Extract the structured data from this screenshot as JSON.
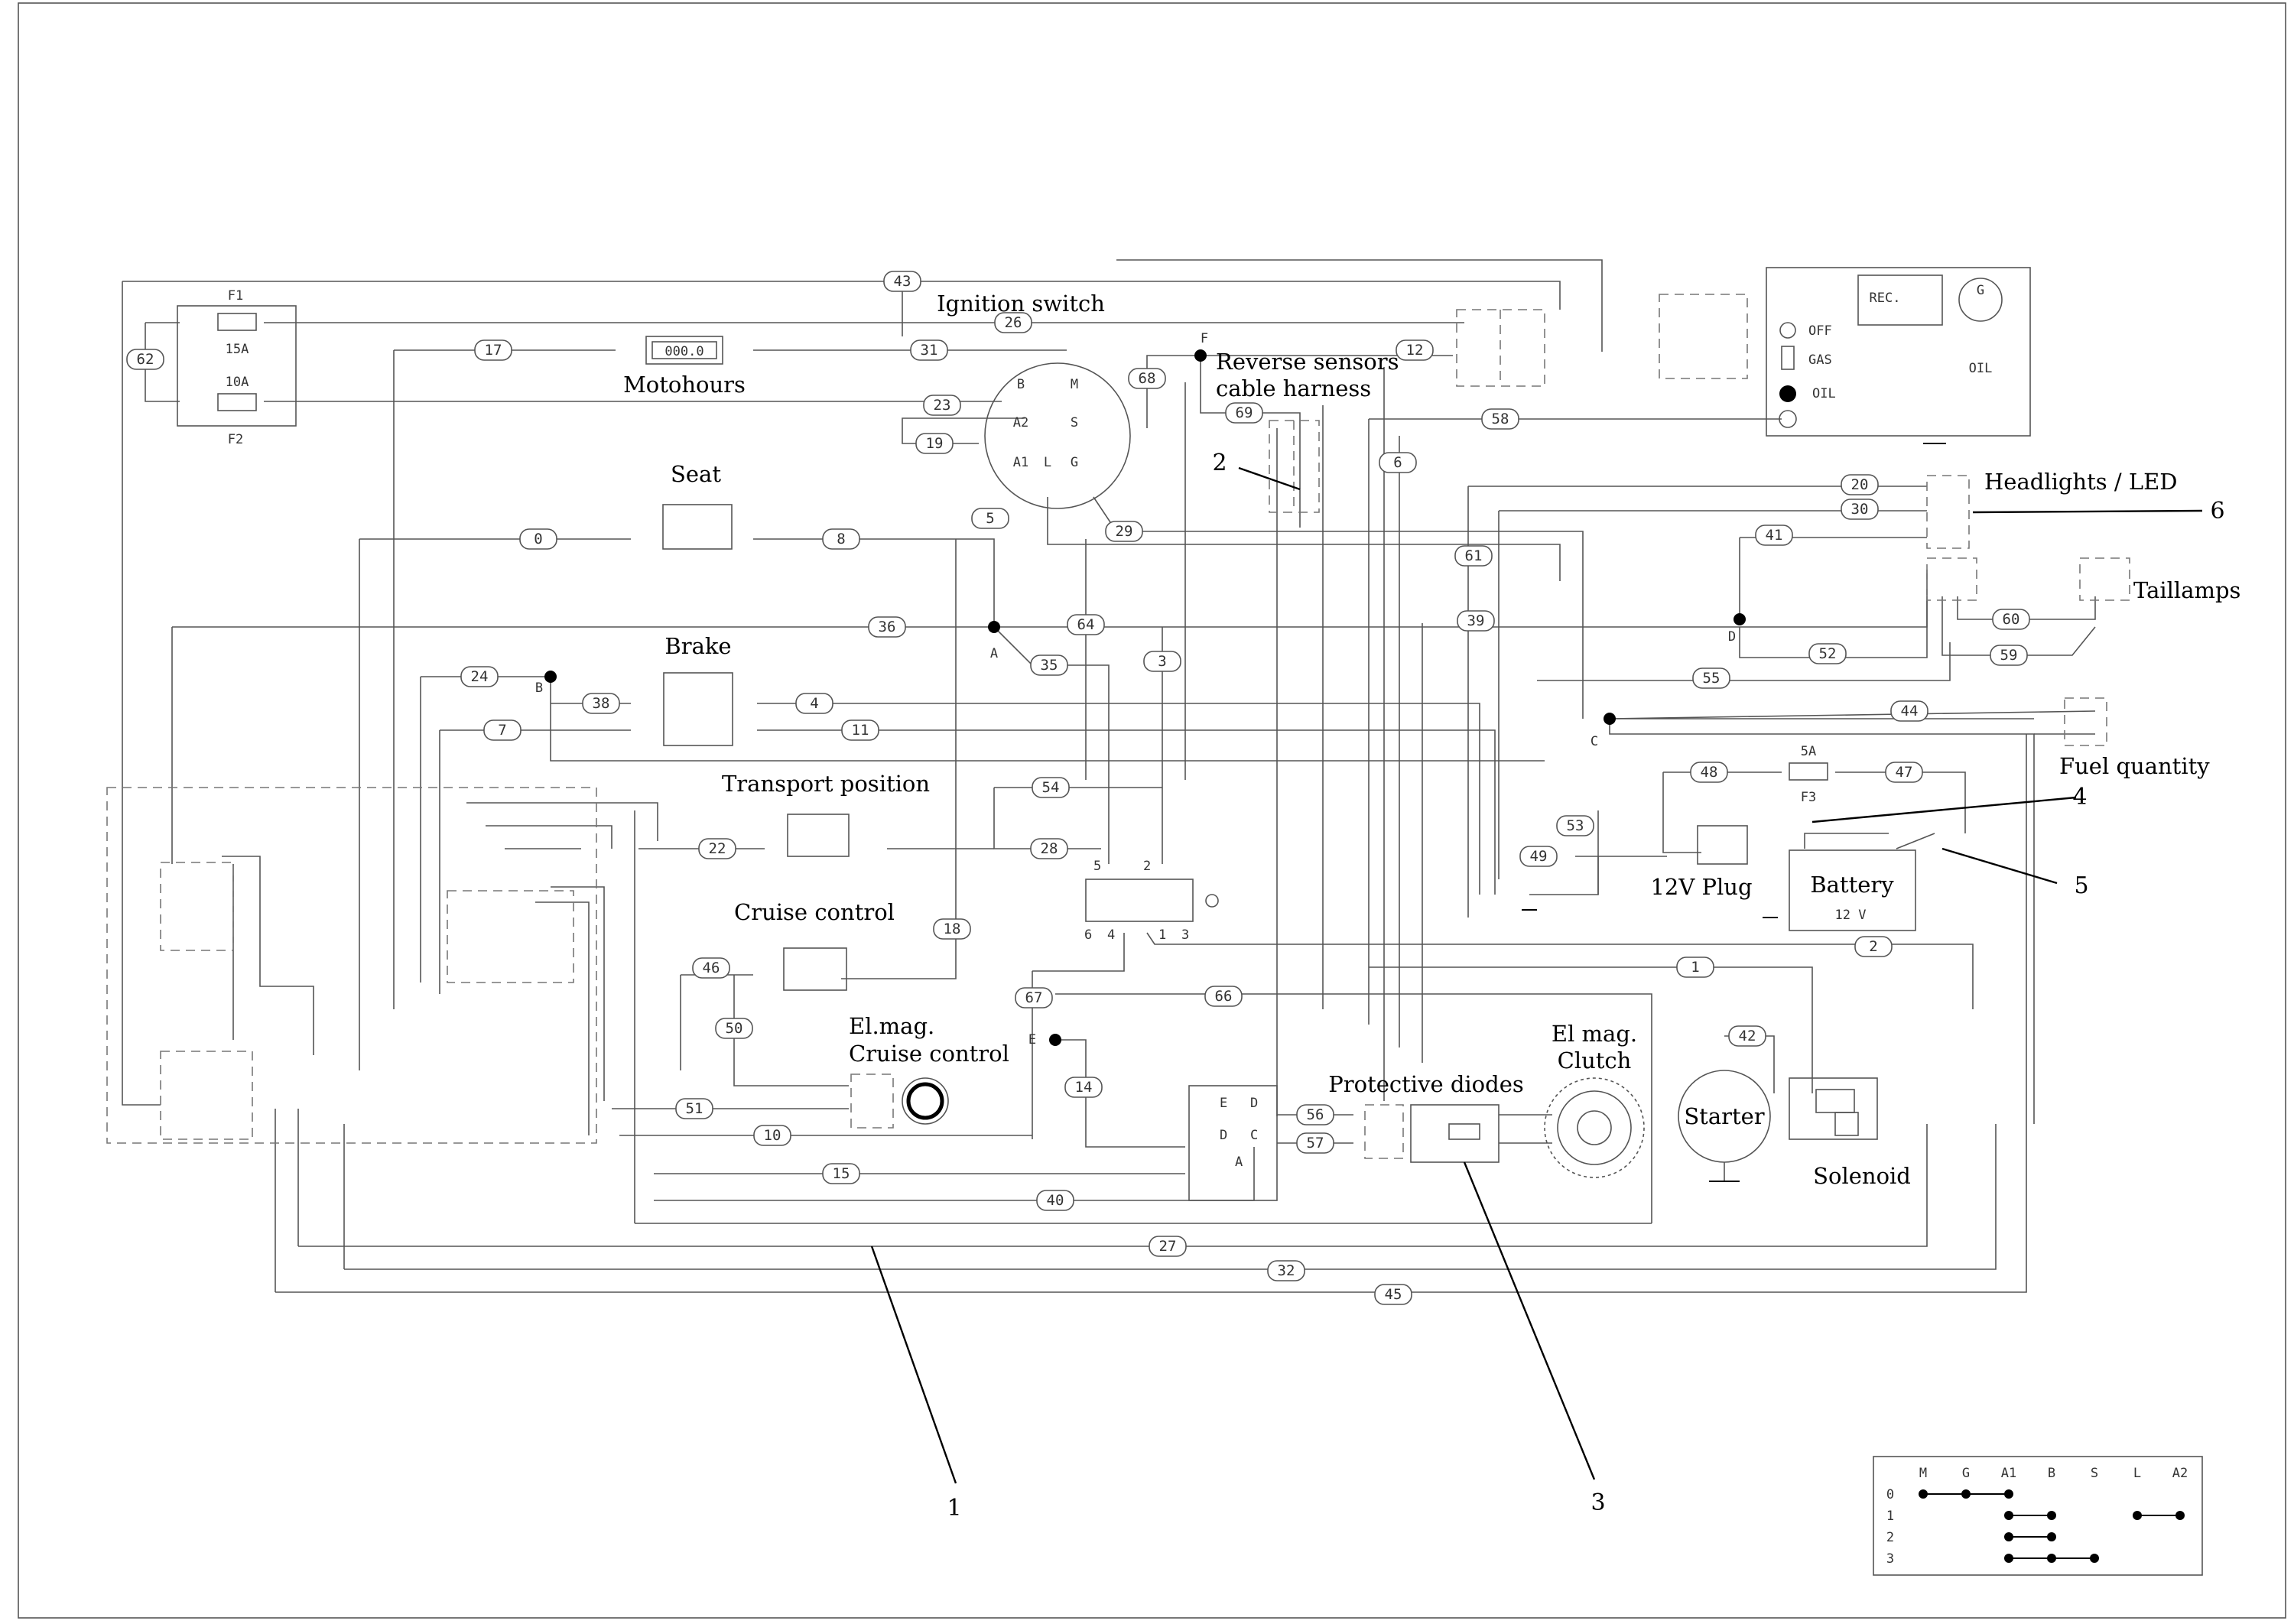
{
  "labels": {
    "ignition_switch": "Ignition switch",
    "motohours": "Motohours",
    "motohours_display": "000.0",
    "reverse_sensors_line1": "Reverse sensors",
    "reverse_sensors_line2": "cable harness",
    "seat": "Seat",
    "brake": "Brake",
    "transport_position": "Transport position",
    "cruise_control": "Cruise control",
    "elmag_cruise_line1": "El.mag.",
    "elmag_cruise_line2": "Cruise control",
    "protective_diodes": "Protective diodes",
    "elmag_clutch_line1": "El mag.",
    "elmag_clutch_line2": "Clutch",
    "starter": "Starter",
    "solenoid": "Solenoid",
    "plug_12v": "12V Plug",
    "battery": "Battery",
    "battery_voltage": "12 V",
    "headlights": "Headlights / LED",
    "taillamps": "Taillamps",
    "fuel_quantity": "Fuel quantity",
    "oil": "OIL",
    "off": "OFF",
    "gas": "GAS",
    "oil_switch": "OIL",
    "rec": "REC.",
    "gen": "G",
    "fuse_f1": "F1",
    "fuse_f2": "F2",
    "fuse_f3": "F3",
    "fuse_15a": "15A",
    "fuse_10a": "10A",
    "fuse_5a": "5A",
    "node_a": "A",
    "node_b": "B",
    "node_c": "C",
    "node_d": "D",
    "node_e": "E",
    "node_f": "F"
  },
  "callouts": [
    "1",
    "2",
    "3",
    "4",
    "5",
    "6"
  ],
  "ignition_terminals": [
    "B",
    "M",
    "A2",
    "S",
    "A1",
    "L",
    "G"
  ],
  "diode_terminals": [
    "E",
    "D",
    "D",
    "C",
    "A"
  ],
  "switch_terminals": [
    "5",
    "2",
    "6",
    "4",
    "1",
    "3"
  ],
  "wire_numbers": [
    "43",
    "26",
    "62",
    "17",
    "31",
    "12",
    "68",
    "69",
    "23",
    "19",
    "58",
    "5",
    "29",
    "0",
    "8",
    "61",
    "6",
    "20",
    "30",
    "41",
    "36",
    "64",
    "35",
    "3",
    "39",
    "52",
    "60",
    "59",
    "24",
    "38",
    "4",
    "55",
    "7",
    "11",
    "44",
    "54",
    "22",
    "28",
    "48",
    "47",
    "53",
    "49",
    "18",
    "46",
    "1",
    "2",
    "50",
    "67",
    "66",
    "42",
    "14",
    "51",
    "10",
    "56",
    "57",
    "15",
    "40",
    "27",
    "32",
    "45"
  ],
  "truth_table": {
    "columns": [
      "M",
      "G",
      "A1",
      "B",
      "S",
      "L",
      "A2"
    ],
    "rows": [
      "0",
      "1",
      "2",
      "3"
    ]
  },
  "colors": {
    "wire": "#555555",
    "ink": "#000000"
  }
}
